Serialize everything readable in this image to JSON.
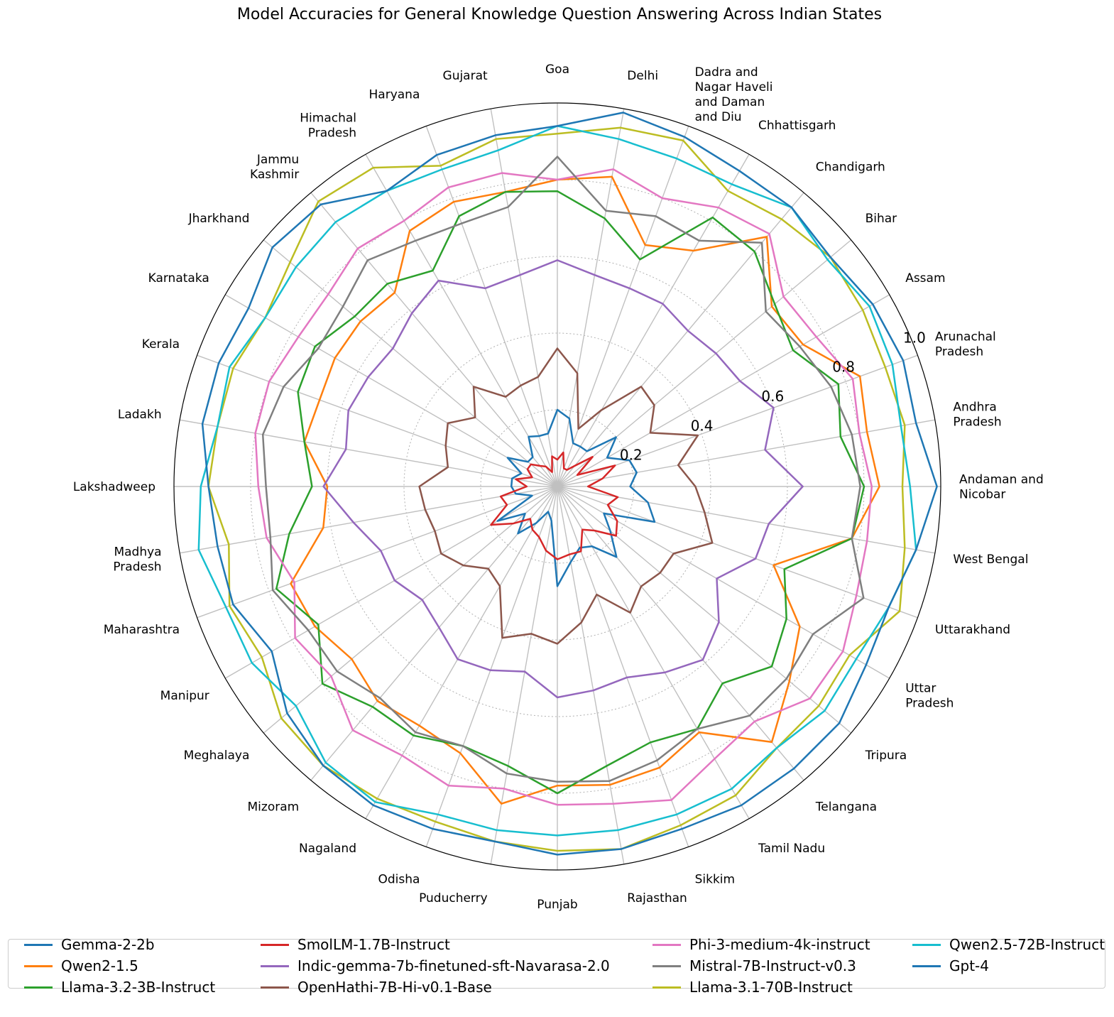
{
  "chart_data": {
    "type": "radar",
    "title": "Model Accuracies for General Knowledge Question Answering Across Indian States",
    "categories": [
      "Andaman and Nicobar",
      "Andhra Pradesh",
      "Arunachal Pradesh",
      "Assam",
      "Bihar",
      "Chandigarh",
      "Chhattisgarh",
      "Dadra and Nagar Haveli and Daman and Diu",
      "Delhi",
      "Goa",
      "Gujarat",
      "Haryana",
      "Himachal Pradesh",
      "Jammu Kashmir",
      "Jharkhand",
      "Karnataka",
      "Kerala",
      "Ladakh",
      "Lakshadweep",
      "Madhya Pradesh",
      "Maharashtra",
      "Manipur",
      "Meghalaya",
      "Mizoram",
      "Nagaland",
      "Odisha",
      "Puducherry",
      "Punjab",
      "Rajasthan",
      "Sikkim",
      "Tamil Nadu",
      "Telangana",
      "Tripura",
      "Uttar Pradesh",
      "Uttarakhand",
      "West Bengal"
    ],
    "category_labels": [
      [
        "Andaman and",
        "Nicobar"
      ],
      [
        "Andhra",
        "Pradesh"
      ],
      [
        "Arunachal",
        "Pradesh"
      ],
      [
        "Assam"
      ],
      [
        "Bihar"
      ],
      [
        "Chandigarh"
      ],
      [
        "Chhattisgarh"
      ],
      [
        "Dadra and",
        "Nagar Haveli",
        "and Daman",
        "and Diu"
      ],
      [
        "Delhi"
      ],
      [
        "Goa"
      ],
      [
        "Gujarat"
      ],
      [
        "Haryana"
      ],
      [
        "Himachal",
        "Pradesh"
      ],
      [
        "Jammu",
        "Kashmir"
      ],
      [
        "Jharkhand"
      ],
      [
        "Karnataka"
      ],
      [
        "Kerala"
      ],
      [
        "Ladakh"
      ],
      [
        "Lakshadweep"
      ],
      [
        "Madhya",
        "Pradesh"
      ],
      [
        "Maharashtra"
      ],
      [
        "Manipur"
      ],
      [
        "Meghalaya"
      ],
      [
        "Mizoram"
      ],
      [
        "Nagaland"
      ],
      [
        "Odisha"
      ],
      [
        "Puducherry"
      ],
      [
        "Punjab"
      ],
      [
        "Rajasthan"
      ],
      [
        "Sikkim"
      ],
      [
        "Tamil Nadu"
      ],
      [
        "Telangana"
      ],
      [
        "Tripura"
      ],
      [
        "Uttar",
        "Pradesh"
      ],
      [
        "Uttarakhand"
      ],
      [
        "West Bengal"
      ]
    ],
    "rlim": [
      0,
      1.0
    ],
    "rticks": [
      0.2,
      0.4,
      0.6,
      0.8,
      1.0
    ],
    "rtick_labels": [
      "0.2",
      "0.4",
      "0.6",
      "0.8",
      "1.0"
    ],
    "grid": true,
    "legend_position": "bottom",
    "series": [
      {
        "name": "Gemma-2-2b",
        "color": "#1f77b4",
        "values": [
          0.19,
          0.21,
          0.2,
          0.15,
          0.2,
          0.12,
          0.12,
          0.12,
          0.18,
          0.2,
          0.14,
          0.14,
          0.15,
          0.1,
          0.1,
          0.15,
          0.1,
          0.12,
          0.12,
          0.11,
          0.07,
          0.18,
          0.11,
          0.16,
          0.11,
          0.07,
          0.09,
          0.26,
          0.2,
          0.17,
          0.18,
          0.24,
          0.18,
          0.14,
          0.27,
          0.24
        ]
      },
      {
        "name": "Qwen2-1.5",
        "color": "#ff7f0e",
        "values": [
          0.84,
          0.82,
          0.84,
          0.74,
          0.73,
          0.85,
          0.71,
          0.67,
          0.82,
          0.8,
          0.78,
          0.79,
          0.77,
          0.66,
          0.67,
          0.67,
          0.66,
          0.67,
          0.6,
          0.62,
          0.74,
          0.73,
          0.7,
          0.73,
          0.72,
          0.74,
          0.84,
          0.78,
          0.79,
          0.78,
          0.74,
          0.87,
          0.79,
          0.73,
          0.6,
          0.78
        ]
      },
      {
        "name": "Llama-3.2-3B-Instruct",
        "color": "#2ca02c",
        "values": [
          0.8,
          0.75,
          0.78,
          0.71,
          0.74,
          0.8,
          0.81,
          0.63,
          0.71,
          0.77,
          0.78,
          0.75,
          0.65,
          0.69,
          0.69,
          0.73,
          0.72,
          0.67,
          0.64,
          0.71,
          0.78,
          0.72,
          0.8,
          0.75,
          0.75,
          0.72,
          0.74,
          0.8,
          0.74,
          0.71,
          0.73,
          0.67,
          0.73,
          0.69,
          0.63,
          0.78
        ]
      },
      {
        "name": "SmolLM-1.7B-Instruct",
        "color": "#d62728",
        "values": [
          0.08,
          0.12,
          0.16,
          0.06,
          0.12,
          0.07,
          0.05,
          0.05,
          0.09,
          0.07,
          0.08,
          0.04,
          0.06,
          0.07,
          0.09,
          0.09,
          0.07,
          0.11,
          0.08,
          0.15,
          0.14,
          0.2,
          0.15,
          0.11,
          0.13,
          0.14,
          0.17,
          0.19,
          0.18,
          0.18,
          0.13,
          0.15,
          0.2,
          0.18,
          0.14,
          0.16
        ]
      },
      {
        "name": "Indic-gemma-7b-finetuned-sft-Navarasa-2.0",
        "color": "#9467bd",
        "values": [
          0.64,
          0.55,
          0.6,
          0.55,
          0.54,
          0.53,
          0.55,
          0.55,
          0.56,
          0.59,
          0.56,
          0.55,
          0.62,
          0.59,
          0.56,
          0.57,
          0.58,
          0.56,
          0.61,
          0.54,
          0.49,
          0.49,
          0.46,
          0.48,
          0.52,
          0.51,
          0.49,
          0.55,
          0.54,
          0.53,
          0.56,
          0.59,
          0.55,
          0.48,
          0.55,
          0.56
        ]
      },
      {
        "name": "OpenHathi-7B-Hi-v0.1-Base",
        "color": "#8c564b",
        "values": [
          0.36,
          0.32,
          0.39,
          0.28,
          0.33,
          0.34,
          0.23,
          0.16,
          0.3,
          0.36,
          0.29,
          0.28,
          0.27,
          0.34,
          0.28,
          0.33,
          0.31,
          0.29,
          0.36,
          0.35,
          0.34,
          0.35,
          0.32,
          0.28,
          0.3,
          0.42,
          0.39,
          0.41,
          0.36,
          0.3,
          0.38,
          0.34,
          0.35,
          0.35,
          0.43,
          0.39
        ]
      },
      {
        "name": "Phi-3-medium-4k-instruct",
        "color": "#e377c2",
        "values": [
          0.82,
          0.8,
          0.82,
          0.78,
          0.77,
          0.86,
          0.84,
          0.8,
          0.84,
          0.8,
          0.83,
          0.83,
          0.8,
          0.81,
          0.78,
          0.78,
          0.8,
          0.8,
          0.78,
          0.77,
          0.73,
          0.79,
          0.77,
          0.83,
          0.81,
          0.83,
          0.8,
          0.83,
          0.84,
          0.87,
          0.82,
          0.8,
          0.86,
          0.86,
          0.83,
          0.82
        ]
      },
      {
        "name": "Mistral-7B-Instruct-v0.3",
        "color": "#7f7f7f",
        "values": [
          0.79,
          0.78,
          0.76,
          0.73,
          0.71,
          0.83,
          0.74,
          0.75,
          0.73,
          0.86,
          0.74,
          0.73,
          0.74,
          0.77,
          0.73,
          0.72,
          0.76,
          0.78,
          0.76,
          0.76,
          0.79,
          0.75,
          0.75,
          0.72,
          0.74,
          0.72,
          0.76,
          0.77,
          0.78,
          0.76,
          0.73,
          0.78,
          0.78,
          0.77,
          0.85,
          0.78
        ]
      },
      {
        "name": "Llama-3.1-70B-Instruct",
        "color": "#bcbd22",
        "values": [
          0.9,
          0.92,
          0.91,
          0.92,
          0.93,
          0.91,
          0.89,
          0.96,
          0.95,
          0.92,
          0.92,
          0.89,
          0.96,
          0.97,
          0.91,
          0.88,
          0.9,
          0.9,
          0.91,
          0.87,
          0.91,
          0.89,
          0.94,
          0.95,
          0.94,
          0.93,
          0.94,
          0.95,
          0.96,
          0.94,
          0.93,
          0.89,
          0.89,
          0.88,
          0.95,
          0.92
        ]
      },
      {
        "name": "Qwen2.5-72B-Instruct",
        "color": "#17becf",
        "values": [
          0.92,
          0.91,
          0.93,
          0.94,
          0.92,
          0.95,
          0.91,
          0.91,
          0.92,
          0.94,
          0.89,
          0.88,
          0.89,
          0.9,
          0.89,
          0.88,
          0.91,
          0.9,
          0.93,
          0.95,
          0.92,
          0.92,
          0.89,
          0.94,
          0.95,
          0.91,
          0.91,
          0.91,
          0.91,
          0.91,
          0.91,
          0.89,
          0.91,
          0.9,
          0.92,
          0.95
        ]
      },
      {
        "name": "Gpt-4",
        "color": "#1f77b4",
        "values": [
          0.99,
          0.95,
          0.96,
          0.95,
          0.93,
          0.95,
          0.95,
          0.97,
          0.99,
          0.94,
          0.93,
          0.92,
          0.89,
          0.96,
          0.97,
          0.93,
          0.94,
          0.94,
          0.91,
          0.9,
          0.9,
          0.86,
          0.92,
          0.95,
          0.96,
          0.95,
          0.94,
          0.96,
          0.96,
          0.95,
          0.96,
          0.96,
          0.96,
          0.93,
          0.92,
          0.95
        ]
      }
    ]
  }
}
